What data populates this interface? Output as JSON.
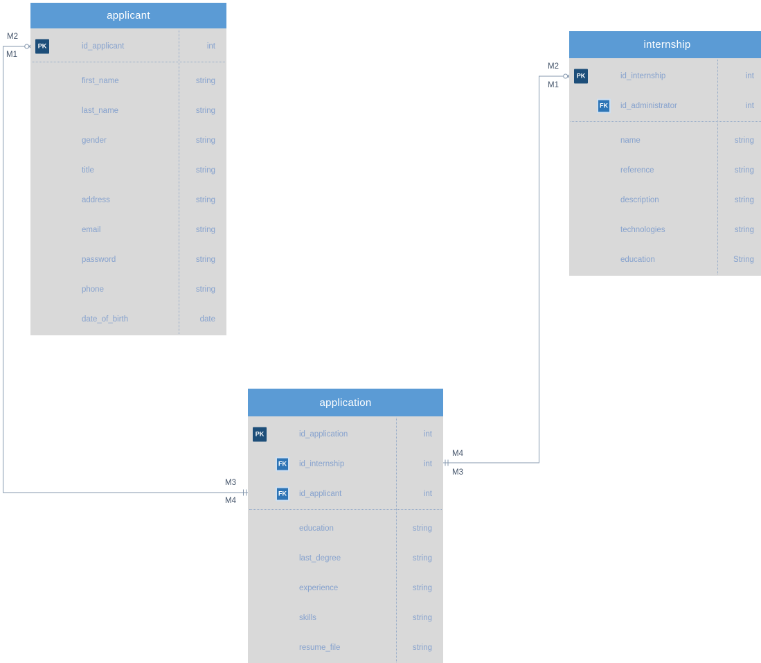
{
  "diagram": {
    "type": "entity-relationship",
    "colors": {
      "entity_header_bg": "#5b9bd5",
      "entity_header_text": "#ffffff",
      "entity_body_bg": "#d9d9d9",
      "field_text": "#86a2ce",
      "pk_badge_bg": "#1d4e79",
      "fk_badge_bg": "#2e75b6",
      "fk_badge_border": "#cfe0f1",
      "connector_line": "#8497ae",
      "connector_label_text": "#44546a"
    },
    "entities": [
      {
        "name": "applicant",
        "key_fields": [
          {
            "badge": "PK",
            "name": "id_applicant",
            "type": "int"
          }
        ],
        "fields": [
          {
            "name": "first_name",
            "type": "string"
          },
          {
            "name": "last_name",
            "type": "string"
          },
          {
            "name": "gender",
            "type": "string"
          },
          {
            "name": "title",
            "type": "string"
          },
          {
            "name": "address",
            "type": "string"
          },
          {
            "name": "email",
            "type": "string"
          },
          {
            "name": "password",
            "type": "string"
          },
          {
            "name": "phone",
            "type": "string"
          },
          {
            "name": "date_of_birth",
            "type": "date"
          }
        ]
      },
      {
        "name": "internship",
        "key_fields": [
          {
            "badge": "PK",
            "name": "id_internship",
            "type": "int"
          },
          {
            "badge": "FK",
            "name": "id_administrator",
            "type": "int"
          }
        ],
        "fields": [
          {
            "name": "name",
            "type": "string"
          },
          {
            "name": "reference",
            "type": "string"
          },
          {
            "name": "description",
            "type": "string"
          },
          {
            "name": "technologies",
            "type": "string"
          },
          {
            "name": "education",
            "type": "String"
          }
        ]
      },
      {
        "name": "application",
        "key_fields": [
          {
            "badge": "PK",
            "name": "id_application",
            "type": "int"
          },
          {
            "badge": "FK",
            "name": "id_internship",
            "type": "int"
          },
          {
            "badge": "FK",
            "name": "id_applicant",
            "type": "int"
          }
        ],
        "fields": [
          {
            "name": "education",
            "type": "string"
          },
          {
            "name": "last_degree",
            "type": "string"
          },
          {
            "name": "experience",
            "type": "string"
          },
          {
            "name": "skills",
            "type": "string"
          },
          {
            "name": "resume_file",
            "type": "string"
          }
        ]
      }
    ],
    "relationships": [
      {
        "name": "applicant-application",
        "parent_entity": "applicant",
        "parent_field": "id_applicant",
        "child_entity": "application",
        "child_field": "id_applicant",
        "parent_end": {
          "symbol": "zero-or-many",
          "label_above": "M2",
          "label_below": "M1"
        },
        "child_end": {
          "symbol": "exactly-one",
          "label_above": "M3",
          "label_below": "M4"
        }
      },
      {
        "name": "internship-application",
        "parent_entity": "internship",
        "parent_field": "id_internship",
        "child_entity": "application",
        "child_field": "id_internship",
        "parent_end": {
          "symbol": "zero-or-many",
          "label_above": "M2",
          "label_below": "M1"
        },
        "child_end": {
          "symbol": "exactly-one",
          "label_above": "M4",
          "label_below": "M3"
        }
      }
    ]
  }
}
